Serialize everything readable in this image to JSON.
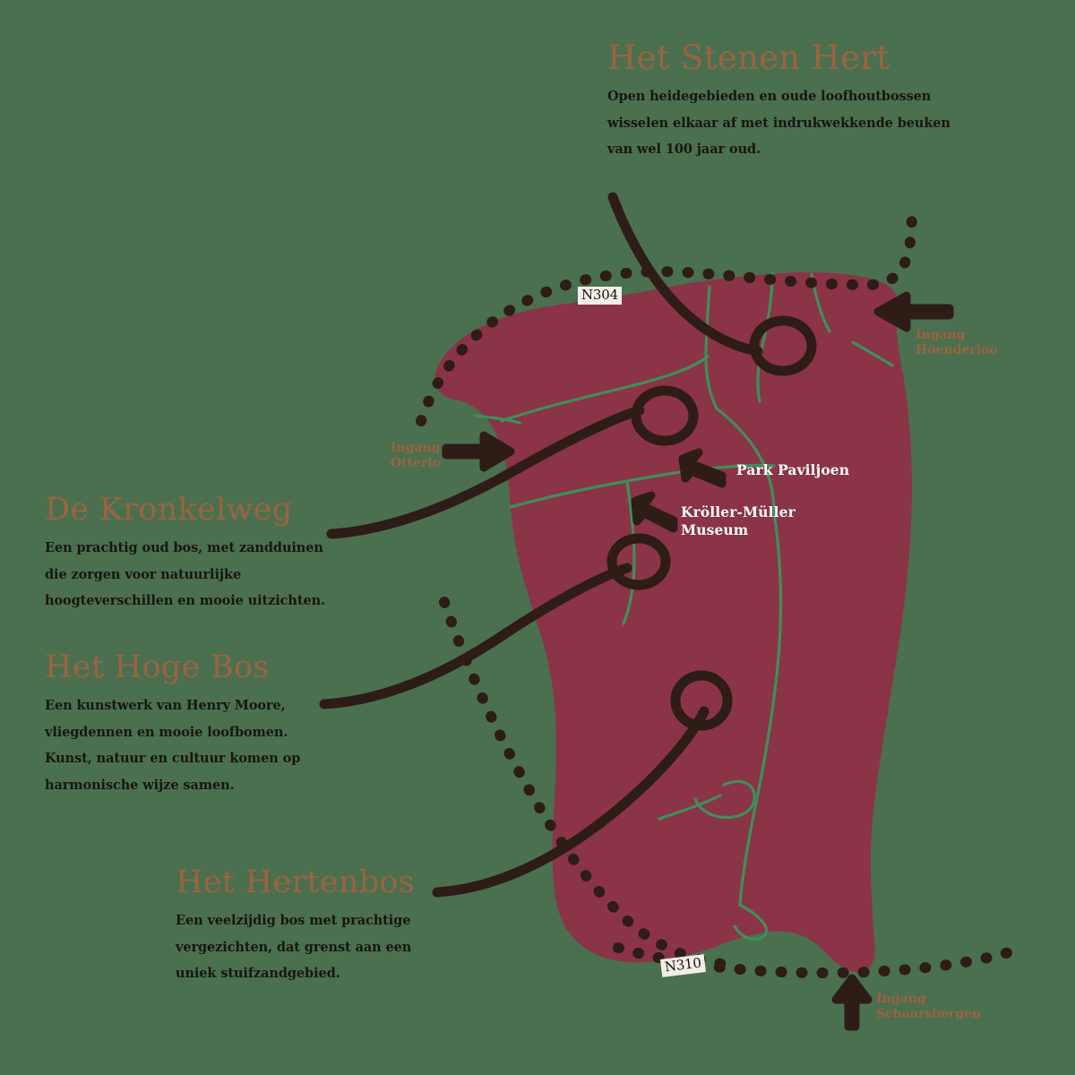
{
  "palette": {
    "background_green": "#4a7050",
    "park_fill": "#8b3347",
    "trail_brown": "#2e1c16",
    "heading_copper": "#9c6340",
    "body_text": "#191510",
    "label_white": "#ffffff",
    "boundary_green": "#3f8f5b",
    "shield_bg": "#f4efe6"
  },
  "blocks": [
    {
      "id": "stenen",
      "title": "Het Stenen Hert",
      "body": "Open heidegebieden en oude loofhoutbossen wisselen elkaar af met indrukwekkende beuken van wel 100 jaar oud."
    },
    {
      "id": "kronkel",
      "title": "De Kronkelweg",
      "body": "Een prachtig oud bos, met zandduinen die zorgen voor natuurlijke hoogteverschillen en mooie uitzichten."
    },
    {
      "id": "hoge",
      "title": "Het Hoge Bos",
      "body": "Een kunstwerk van Henry Moore, vliegdennen en mooie loofbomen. Kunst, natuur en cultuur komen op harmonische wijze samen."
    },
    {
      "id": "herten",
      "title": "Het Hertenbos",
      "body": "Een veelzijdig bos met prachtige vergezichten, dat grenst aan een uniek stuifzandgebied."
    }
  ],
  "map_labels": [
    {
      "id": "paviljoen",
      "text": "Park Paviljoen"
    },
    {
      "id": "museum",
      "text": "Kröller-Müller\nMuseum"
    }
  ],
  "entrances": [
    {
      "id": "hoenderloo",
      "text": "Ingang\nHoenderloo",
      "arrow": "left"
    },
    {
      "id": "otterlo",
      "text": "Ingang\nOtterlo",
      "arrow": "right"
    },
    {
      "id": "schaarsbergen",
      "text": "Ingang\nSchaarsbergen",
      "arrow": "up"
    }
  ],
  "roads": [
    {
      "id": "n304",
      "label": "N304"
    },
    {
      "id": "n310",
      "label": "N310"
    }
  ]
}
